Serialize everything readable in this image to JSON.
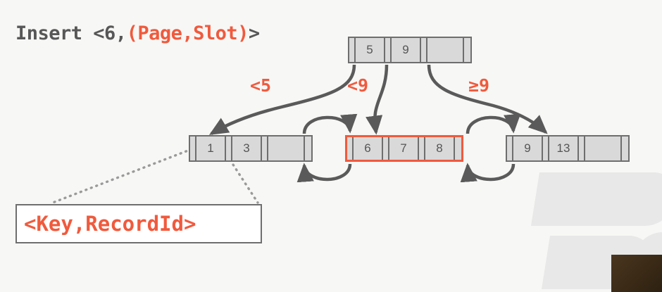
{
  "slide": {
    "background_color": "#f7f7f5",
    "accent_color": "#f05a3d",
    "node_fill_color": "#d9d9d9",
    "stroke_color": "#6e6e6e"
  },
  "title": {
    "prefix": "Insert <6,",
    "highlight": "(Page,Slot)",
    "suffix": ">"
  },
  "tree": {
    "root": {
      "label": "root-node",
      "cells": [
        {
          "type": "ptr",
          "value": ""
        },
        {
          "type": "key",
          "value": "5"
        },
        {
          "type": "ptr",
          "value": ""
        },
        {
          "type": "key",
          "value": "9"
        },
        {
          "type": "ptr",
          "value": ""
        },
        {
          "type": "blank",
          "value": ""
        },
        {
          "type": "ptr",
          "value": ""
        }
      ]
    },
    "leaves": [
      {
        "label": "leaf-left",
        "highlighted": false,
        "cells": [
          {
            "type": "ptr",
            "value": ""
          },
          {
            "type": "key",
            "value": "1"
          },
          {
            "type": "ptr",
            "value": ""
          },
          {
            "type": "key",
            "value": "3"
          },
          {
            "type": "ptr",
            "value": ""
          },
          {
            "type": "blank",
            "value": ""
          },
          {
            "type": "ptr",
            "value": ""
          }
        ]
      },
      {
        "label": "leaf-middle",
        "highlighted": true,
        "cells": [
          {
            "type": "ptr",
            "value": ""
          },
          {
            "type": "key",
            "value": "6"
          },
          {
            "type": "ptr",
            "value": ""
          },
          {
            "type": "key",
            "value": "7"
          },
          {
            "type": "ptr",
            "value": ""
          },
          {
            "type": "key",
            "value": "8"
          },
          {
            "type": "ptr",
            "value": ""
          }
        ]
      },
      {
        "label": "leaf-right",
        "highlighted": false,
        "cells": [
          {
            "type": "ptr",
            "value": ""
          },
          {
            "type": "key",
            "value": "9"
          },
          {
            "type": "ptr",
            "value": ""
          },
          {
            "type": "key",
            "value": "13"
          },
          {
            "type": "ptr",
            "value": ""
          },
          {
            "type": "blank",
            "value": ""
          },
          {
            "type": "ptr",
            "value": ""
          }
        ]
      }
    ],
    "edge_labels": {
      "left": "<5",
      "middle": "<9",
      "right": "≥9"
    }
  },
  "legend": {
    "text": "<Key,RecordId>"
  }
}
